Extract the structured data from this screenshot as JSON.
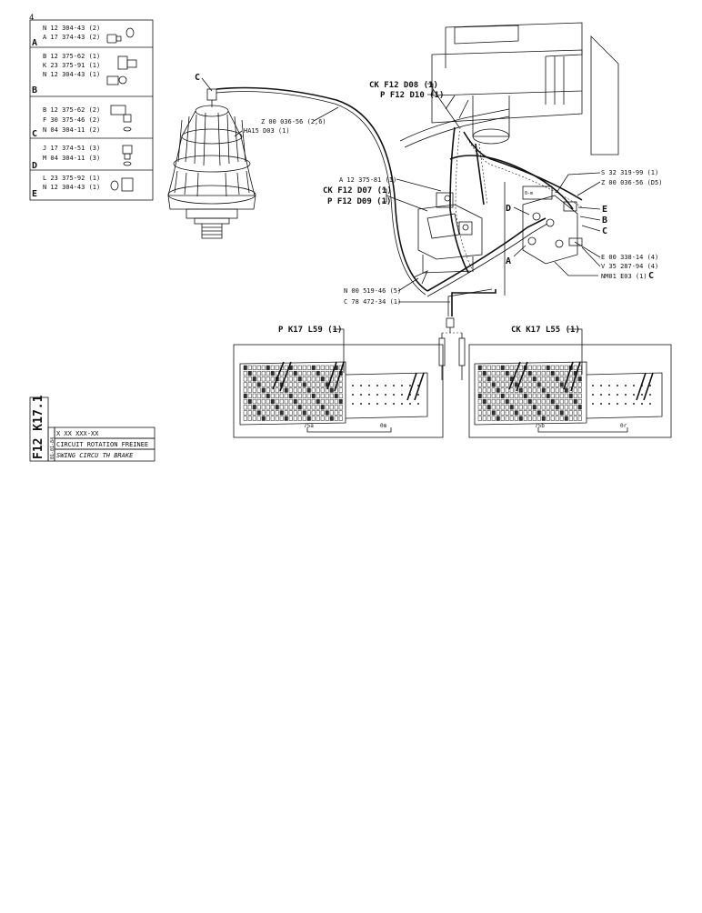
{
  "legend": {
    "rows": [
      {
        "letter": "A",
        "items": [
          "N 12 304-43 (2)",
          "A 17 374-43 (2)"
        ]
      },
      {
        "letter": "B",
        "items": [
          "B 12 375-62 (1)",
          "K 23 375-91 (1)",
          "N 12 304-43 (1)"
        ]
      },
      {
        "letter": "C",
        "items": [
          "B 12 375-62 (2)",
          "F 30 375-46 (2)",
          "N 04 304-11 (2)"
        ]
      },
      {
        "letter": "D",
        "items": [
          "J 17 374-51 (3)",
          "M 04 304-11 (3)"
        ]
      },
      {
        "letter": "E",
        "items": [
          "L 23 375-92 (1)",
          "N 12 304-43 (1)"
        ]
      }
    ]
  },
  "title_block": {
    "code": "F12 K17.1",
    "side_code": "01-01-84",
    "ref": "X XX XXX-XX",
    "title_fr": "CIRCUIT ROTATION FREINEE",
    "title_en": "SWING CIRCU   TH BRAKE"
  },
  "callouts": {
    "c_left": "C",
    "hose_ref": "Z 00 036-56 (2,6)",
    "motor_ref": "HA15 D03 (1)",
    "ck_f12_d08": "CK F12 D08 (1)",
    "p_f12_d10": "P F12 D10 (1)",
    "a_12_375_81": "A 12 375-81 (1)",
    "ck_f12_d07": "CK F12  D07 (1)",
    "p_f12_d09": "P F12  D09 (1)",
    "s_32_319_99": "S 32 319-99 (1)",
    "z_00_036_56_d5": "Z 00 036-56 (D5)",
    "e_00_338_14": "E 00 338-14 (4)",
    "v_35_287_94": "V 35 287-94 (4)",
    "nm01_e03": "NM01 E03 (1)",
    "nm01_suffix": "C",
    "n_00_519_46": "N 00 519-46 (5)",
    "c_78_472_34": "C 78 472-34 (1)",
    "p_k17_l59": "P K17 L59 (1)",
    "ck_k17_l55": "CK K17 L55 (1)",
    "letter_d": "D",
    "letter_e": "E",
    "letter_b": "B",
    "letter_c": "C",
    "letter_a": "A",
    "gauge_top": "0-m",
    "panel1_left": "75a",
    "panel1_right": "0m",
    "panel2_left": "75b",
    "panel2_right": "0r"
  },
  "page_number": "4"
}
